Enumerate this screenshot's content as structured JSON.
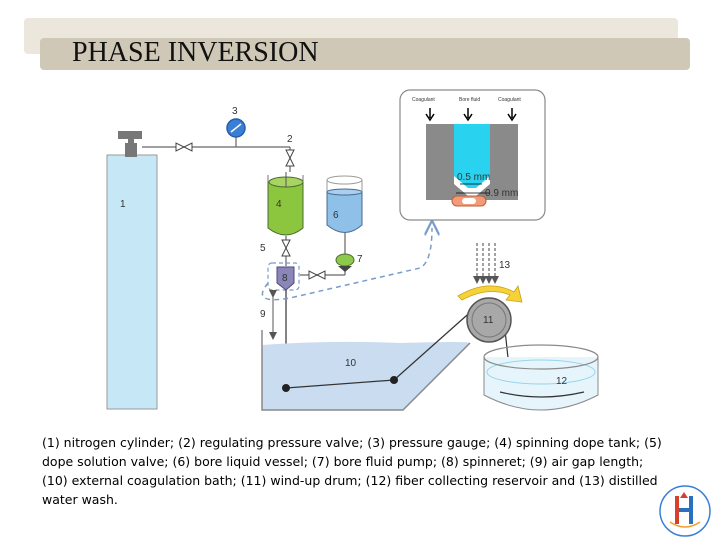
{
  "header": {
    "title": "PHASE INVERSION"
  },
  "diagram": {
    "labels": {
      "n1": "1",
      "n2": "2",
      "n3": "3",
      "n4": "4",
      "n5": "5",
      "n6": "6",
      "n7": "7",
      "n8": "8",
      "n9": "9",
      "n10": "10",
      "n11": "11",
      "n12": "12",
      "n13": "13"
    },
    "inset": {
      "left_label": "Coagulant",
      "center_label": "Bore fluid",
      "right_label": "Coagulant",
      "inner_dim": "0.5 mm",
      "outer_dim": "0.9 mm"
    }
  },
  "caption": {
    "text": "(1) nitrogen cylinder; (2) regulating pressure valve; (3) pressure gauge; (4) spinning dope tank; (5) dope solution valve; (6) bore liquid vessel; (7) bore fluid pump; (8) spinneret; (9) air gap length; (10) external coagulation bath; (11) wind-up drum; (12) fiber collecting reservoir and (13) distilled water wash."
  },
  "colors": {
    "cylinder": "#c6e8f6",
    "dope": "#8cc63f",
    "bore_vessel": "#8fc0e8",
    "bath": "#c9dcf0",
    "spinneret": "#8a86b8",
    "bore_channel": "#29d3ef",
    "fiber": "#f39a78"
  }
}
